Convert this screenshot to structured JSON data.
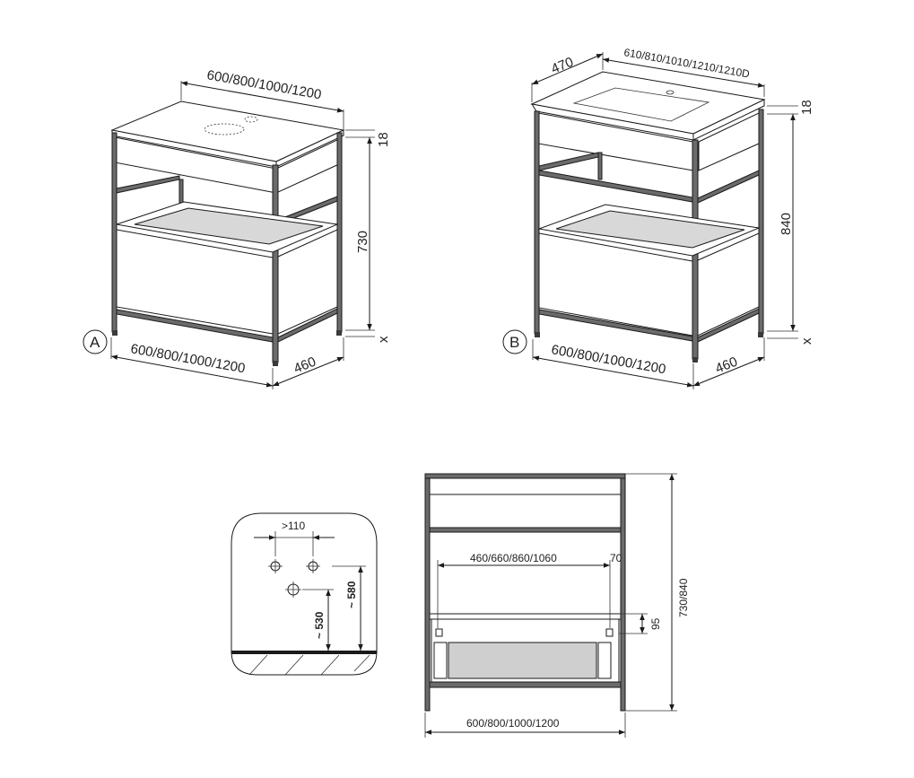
{
  "view_a": {
    "label": "A",
    "top_width": "600/800/1000/1200",
    "bottom_width": "600/800/1000/1200",
    "depth": "460",
    "height": "730",
    "top_thickness": "18",
    "foot": "x"
  },
  "view_b": {
    "label": "B",
    "basin_depth": "470",
    "basin_widths": "610/810/1010/1210/1210D",
    "bottom_width": "600/800/1000/1200",
    "depth": "460",
    "height": "840",
    "top_thickness": "18",
    "foot": "x"
  },
  "detail": {
    "spacing": ">110",
    "h1": "~ 530",
    "h2": "~ 580"
  },
  "front": {
    "inner_width": "460/660/860/1060",
    "offset": "70",
    "drawer_height": "95",
    "total_height": "730/840",
    "total_width": "600/800/1000/1200"
  },
  "colors": {
    "frame": "#6b6b6b",
    "line": "#1a1a1a",
    "panel": "#d8d8d8"
  }
}
